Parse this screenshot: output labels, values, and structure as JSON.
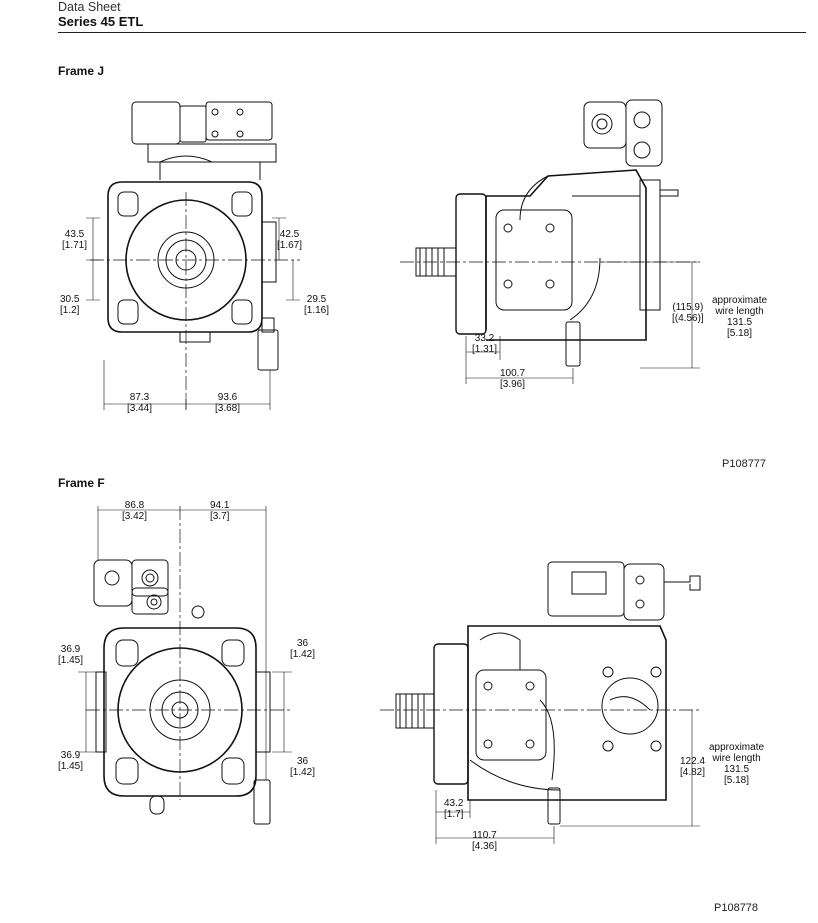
{
  "header": {
    "doc_type": "Data Sheet",
    "series": "Series 45 ETL"
  },
  "frame_j": {
    "label": "Frame J",
    "part_number": "P108777",
    "front_view": {
      "dim_upper_left": {
        "mm": "43.5",
        "in": "[1.71]"
      },
      "dim_upper_right": {
        "mm": "42.5",
        "in": "[1.67]"
      },
      "dim_lower_left": {
        "mm": "30.5",
        "in": "[1.2]"
      },
      "dim_lower_right": {
        "mm": "29.5",
        "in": "[1.16]"
      },
      "dim_bottom_left": {
        "mm": "87.3",
        "in": "[3.44]"
      },
      "dim_bottom_right": {
        "mm": "93.6",
        "in": "[3.68]"
      }
    },
    "side_view": {
      "dim_flange": {
        "mm": "33.2",
        "in": "[1.31]"
      },
      "dim_length": {
        "mm": "100.7",
        "in": "[3.96]"
      },
      "dim_height": {
        "mm": "(115.9)",
        "in": "[(4.56)]"
      },
      "wire_note": {
        "line1": "approximate",
        "line2": "wire length",
        "mm": "131.5",
        "in": "[5.18]"
      }
    }
  },
  "frame_f": {
    "label": "Frame F",
    "part_number": "P108778",
    "front_view": {
      "dim_top_left": {
        "mm": "86.8",
        "in": "[3.42]"
      },
      "dim_top_right": {
        "mm": "94.1",
        "in": "[3.7]"
      },
      "dim_upper_left": {
        "mm": "36.9",
        "in": "[1.45]"
      },
      "dim_upper_right": {
        "mm": "36",
        "in": "[1.42]"
      },
      "dim_lower_left": {
        "mm": "36.9",
        "in": "[1.45]"
      },
      "dim_lower_right": {
        "mm": "36",
        "in": "[1.42]"
      }
    },
    "side_view": {
      "dim_flange": {
        "mm": "43.2",
        "in": "[1.7]"
      },
      "dim_length": {
        "mm": "110.7",
        "in": "[4.36]"
      },
      "dim_height": {
        "mm": "122.4",
        "in": "[4.82]"
      },
      "wire_note": {
        "line1": "approximate",
        "line2": "wire length",
        "mm": "131.5",
        "in": "[5.18]"
      }
    }
  }
}
